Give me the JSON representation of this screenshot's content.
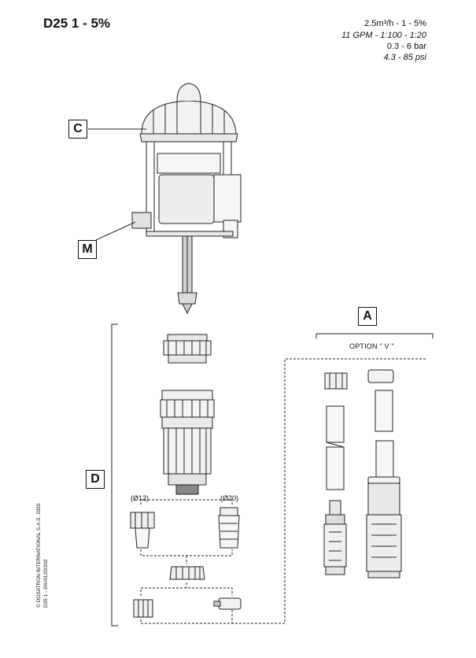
{
  "title": "D25 1 - 5%",
  "specs": {
    "flow_range": "2.5m³/h - 1   -   5%",
    "flow_gpm": "11 GPM - 1:100 - 1:20",
    "pressure_bar": "0.3 - 6 bar",
    "pressure_psi": "4.3 - 85 psi"
  },
  "callouts": {
    "c": "C",
    "m": "M",
    "a": "A",
    "d": "D"
  },
  "labels": {
    "option_v": "OPTION \" V \"",
    "dia_12": "(Ø12)",
    "dia_20": "(Ø20)"
  },
  "footer": {
    "copyright": "© DOSATRON INTERNATIONAL S.A.S. 2020",
    "doc_ref": "D25 1 - 5%/0120/202"
  }
}
